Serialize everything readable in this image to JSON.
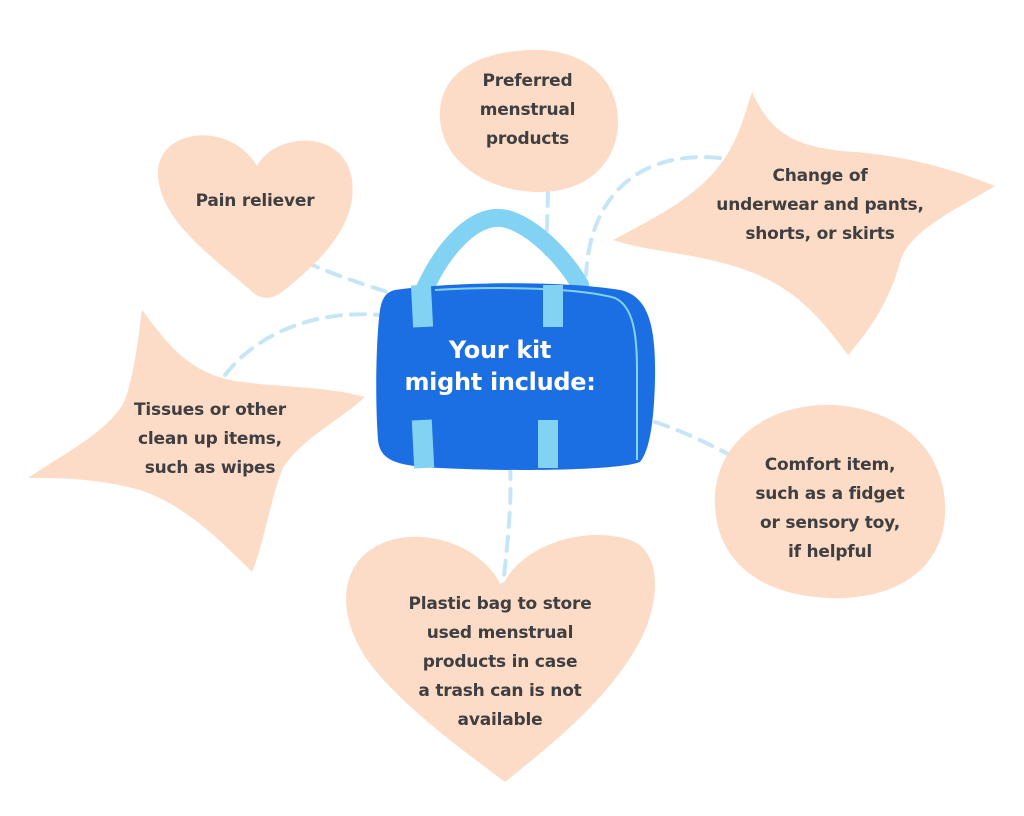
{
  "title": "Your kit\nmight include:",
  "colors": {
    "shape_fill": "#fcdcc6",
    "bag_body": "#1c6fe3",
    "bag_strap": "#82d2f4",
    "connector": "#c6e6f8",
    "text": "#3f3f42",
    "title_text": "#ffffff"
  },
  "items": [
    {
      "shape": "heart",
      "text": "Pain reliever"
    },
    {
      "shape": "blob",
      "text": "Preferred\nmenstrual\nproducts"
    },
    {
      "shape": "star",
      "text": "Change of\nunderwear and pants,\nshorts, or skirts"
    },
    {
      "shape": "star",
      "text": "Tissues or other\nclean up items,\nsuch as wipes"
    },
    {
      "shape": "blob",
      "text": "Comfort item,\nsuch as a fidget\nor sensory toy,\nif helpful"
    },
    {
      "shape": "heart",
      "text": "Plastic bag to store\nused menstrual\nproducts in case\na trash can is not\navailable"
    }
  ]
}
